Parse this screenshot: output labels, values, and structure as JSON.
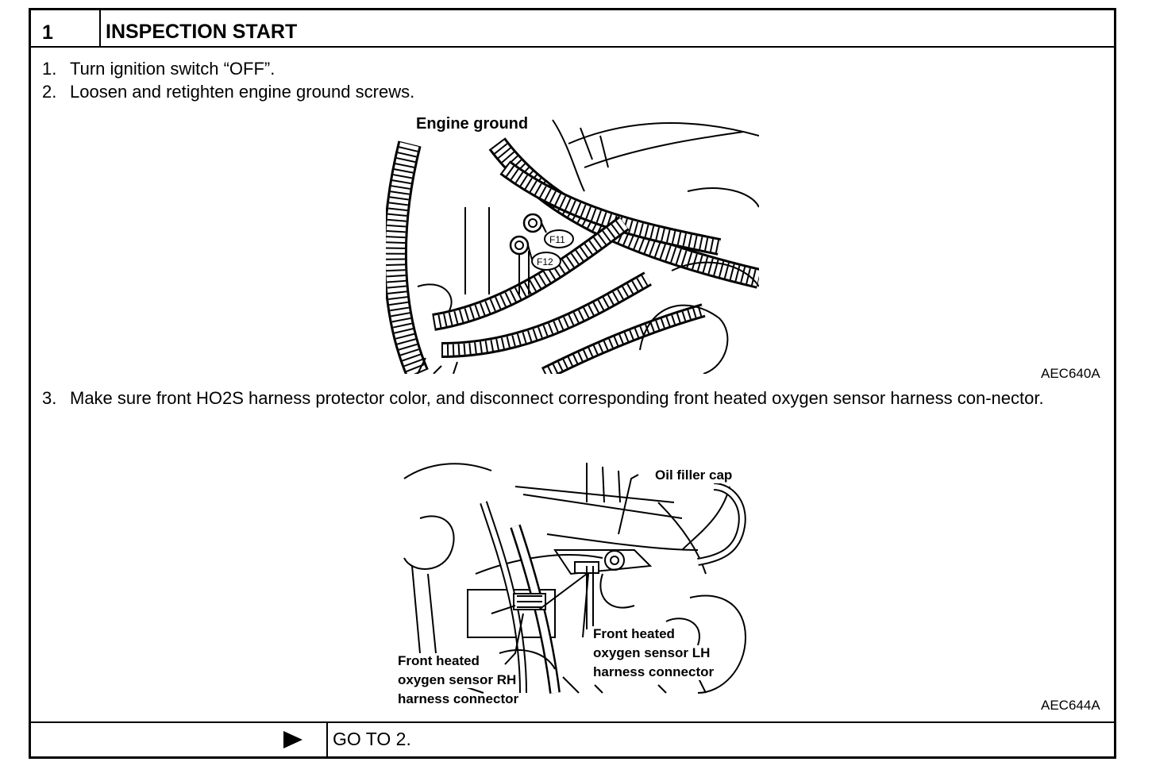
{
  "header": {
    "step_number": "1",
    "title": "INSPECTION START"
  },
  "steps": [
    {
      "num": "1.",
      "text": "Turn ignition switch “OFF”."
    },
    {
      "num": "2.",
      "text": "Loosen and retighten engine ground screws."
    },
    {
      "num": "3.",
      "text": "Make sure front HO2S harness protector color, and disconnect corresponding front heated oxygen sensor harness con-nector."
    }
  ],
  "figure1": {
    "title": "Engine ground",
    "connector_a": "F11",
    "connector_b": "F12",
    "code": "AEC640A"
  },
  "figure2": {
    "label_oil": "Oil filler cap",
    "label_lh": [
      "Front heated",
      "oxygen sensor LH",
      "harness connector"
    ],
    "label_rh": [
      "Front heated",
      "oxygen sensor RH",
      "harness connector"
    ],
    "code": "AEC644A"
  },
  "footer": {
    "arrow_icon": "play-triangle-icon",
    "action": "GO TO 2."
  }
}
